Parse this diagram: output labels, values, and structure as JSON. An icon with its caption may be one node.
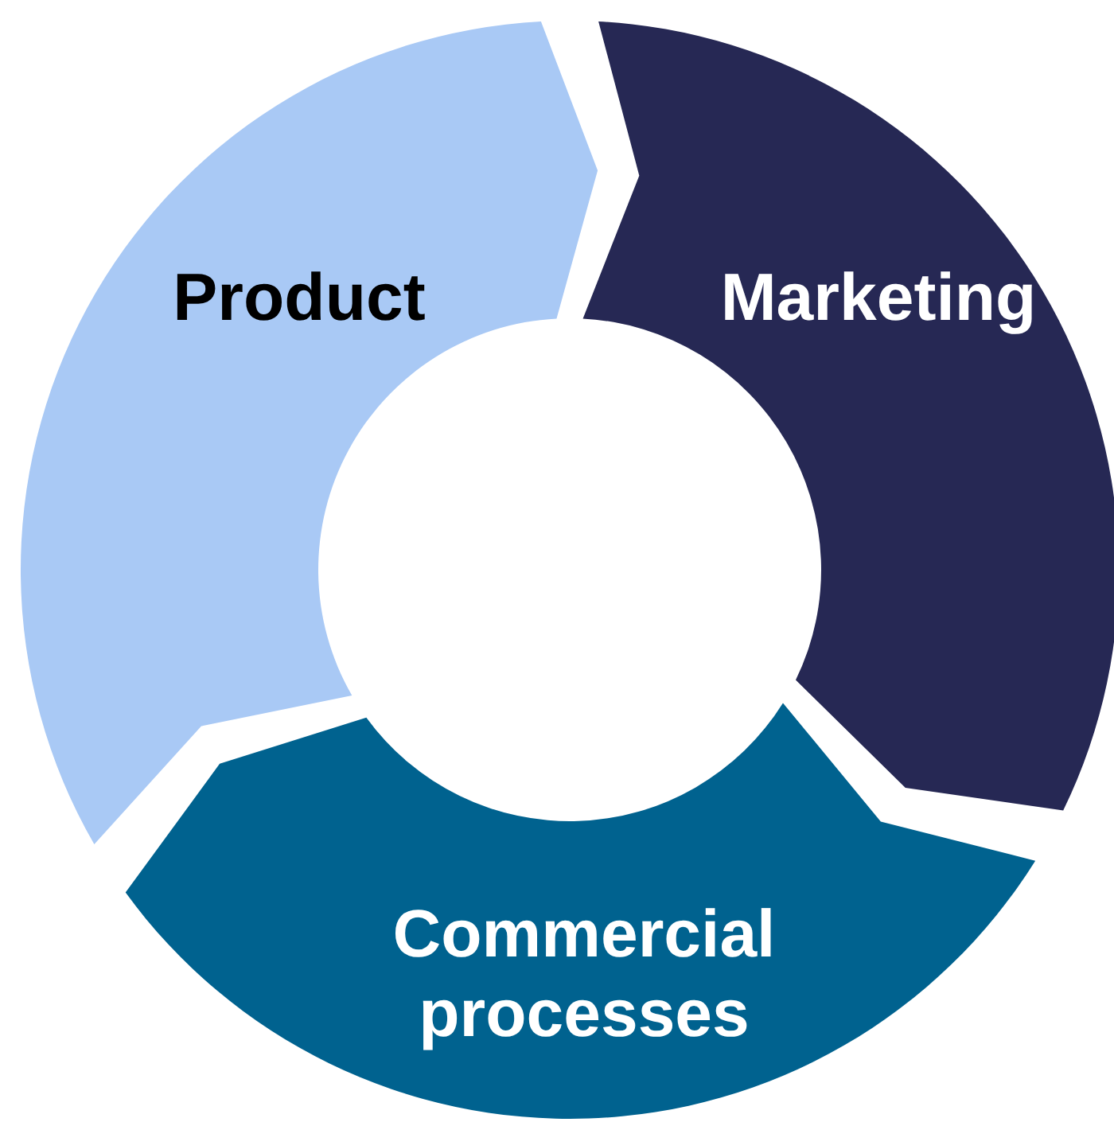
{
  "diagram": {
    "nodes": [
      {
        "text": [
          "Product"
        ]
      },
      {
        "text": [
          "Marketing"
        ]
      },
      {
        "text": [
          "Commercial processes"
        ]
      }
    ]
  }
}
